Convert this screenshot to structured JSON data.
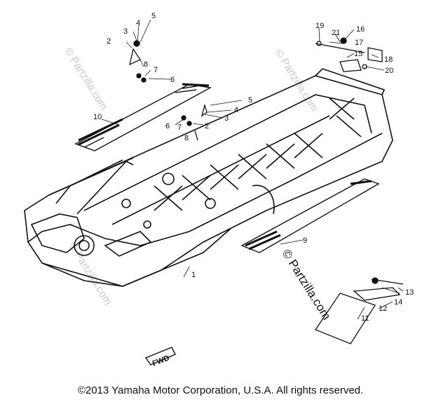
{
  "callouts": [
    "1",
    "2",
    "3",
    "4",
    "5",
    "6",
    "7",
    "8",
    "9",
    "10",
    "11",
    "12",
    "13",
    "14",
    "15",
    "16",
    "17",
    "18",
    "19",
    "20",
    "21"
  ],
  "watermark": "© Partzilla.com",
  "watermark_main": "© Partzilla.com",
  "front_marker": "FWD",
  "copyright": "©2013  Yamaha Motor Corporation, U.S.A. All rights reserved."
}
